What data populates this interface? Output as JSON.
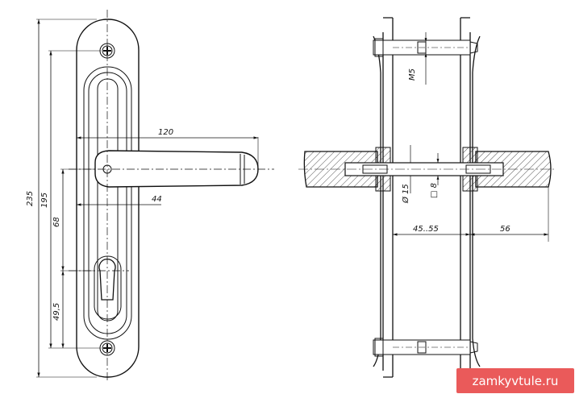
{
  "front_view": {
    "dim_total_height": "235",
    "dim_screw_spacing": "195",
    "dim_handle_to_cylinder": "68",
    "dim_cylinder_to_screw": "49,5",
    "dim_handle_length": "120",
    "dim_handle_offset": "44"
  },
  "side_view": {
    "thread_label": "M5",
    "spindle_round_label": "Ø 15",
    "spindle_square_label": "□ 8",
    "door_thickness_label": "45..55",
    "projection_label": "56"
  },
  "watermark": "zamkyvtule.ru"
}
